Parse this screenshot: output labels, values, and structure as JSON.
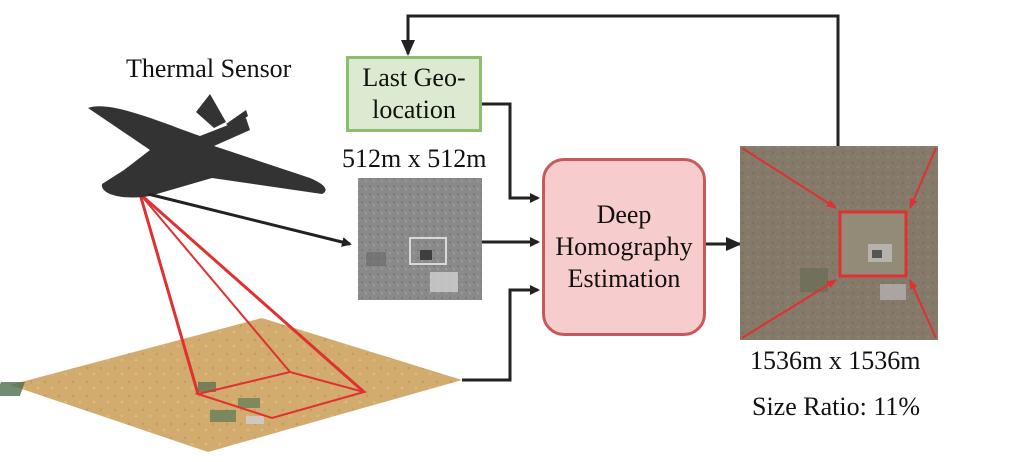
{
  "labels": {
    "sensor": "Thermal Sensor",
    "last_geolocation_line1": "Last Geo-",
    "last_geolocation_line2": "location",
    "thermal_size": "512m x 512m",
    "dhe_line1": "Deep",
    "dhe_line2": "Homography",
    "dhe_line3": "Estimation",
    "satellite_size": "1536m x 1536m",
    "size_ratio": "Size Ratio: 11%"
  },
  "colors": {
    "arrow": "#222222",
    "footprint": "#e03030",
    "geo_box_fill": "#dbead0",
    "geo_box_border": "#8bbf6e",
    "dhe_box_fill": "#f6cccc",
    "dhe_box_border": "#c65a5a",
    "terrain": "#d2ab6e",
    "satellite": "#857a69",
    "thermal": "#8a8a8a",
    "aircraft": "#333333"
  },
  "icons": [
    "uav-silhouette",
    "terrain-map",
    "thermal-image",
    "satellite-image"
  ]
}
